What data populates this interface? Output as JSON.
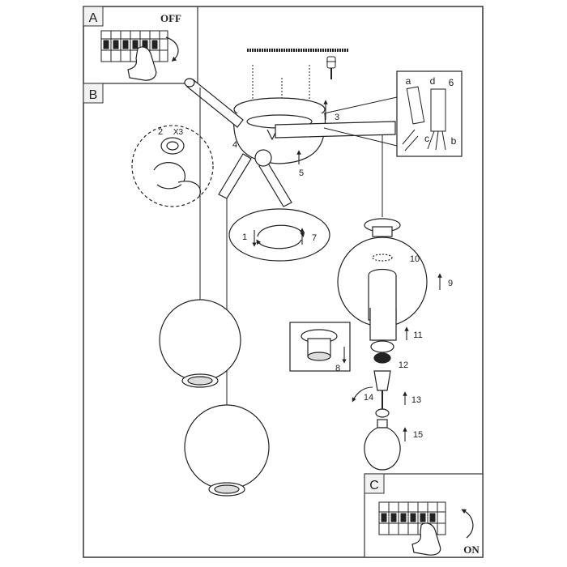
{
  "panels": {
    "a": {
      "letter": "A",
      "instruction": "OFF"
    },
    "b": {
      "letter": "B"
    },
    "c": {
      "letter": "C",
      "instruction": "ON"
    }
  },
  "zoom_detail": {
    "step": "2",
    "multiplier": "X3"
  },
  "wire_legend": [
    "a",
    "d",
    "6",
    "c",
    "b"
  ],
  "steps": [
    "1",
    "3",
    "4",
    "5",
    "7",
    "8",
    "9",
    "10",
    "11",
    "12",
    "13",
    "14",
    "15"
  ],
  "colors": {
    "line": "#222222",
    "frame": "#333333",
    "label_bg": "#f2f2f2"
  },
  "icons": [
    "switchboard-breaker-icon",
    "hand-icon",
    "screw-icon",
    "wire-connector-icon",
    "light-bulb-icon",
    "rotation-arrow-icon"
  ]
}
